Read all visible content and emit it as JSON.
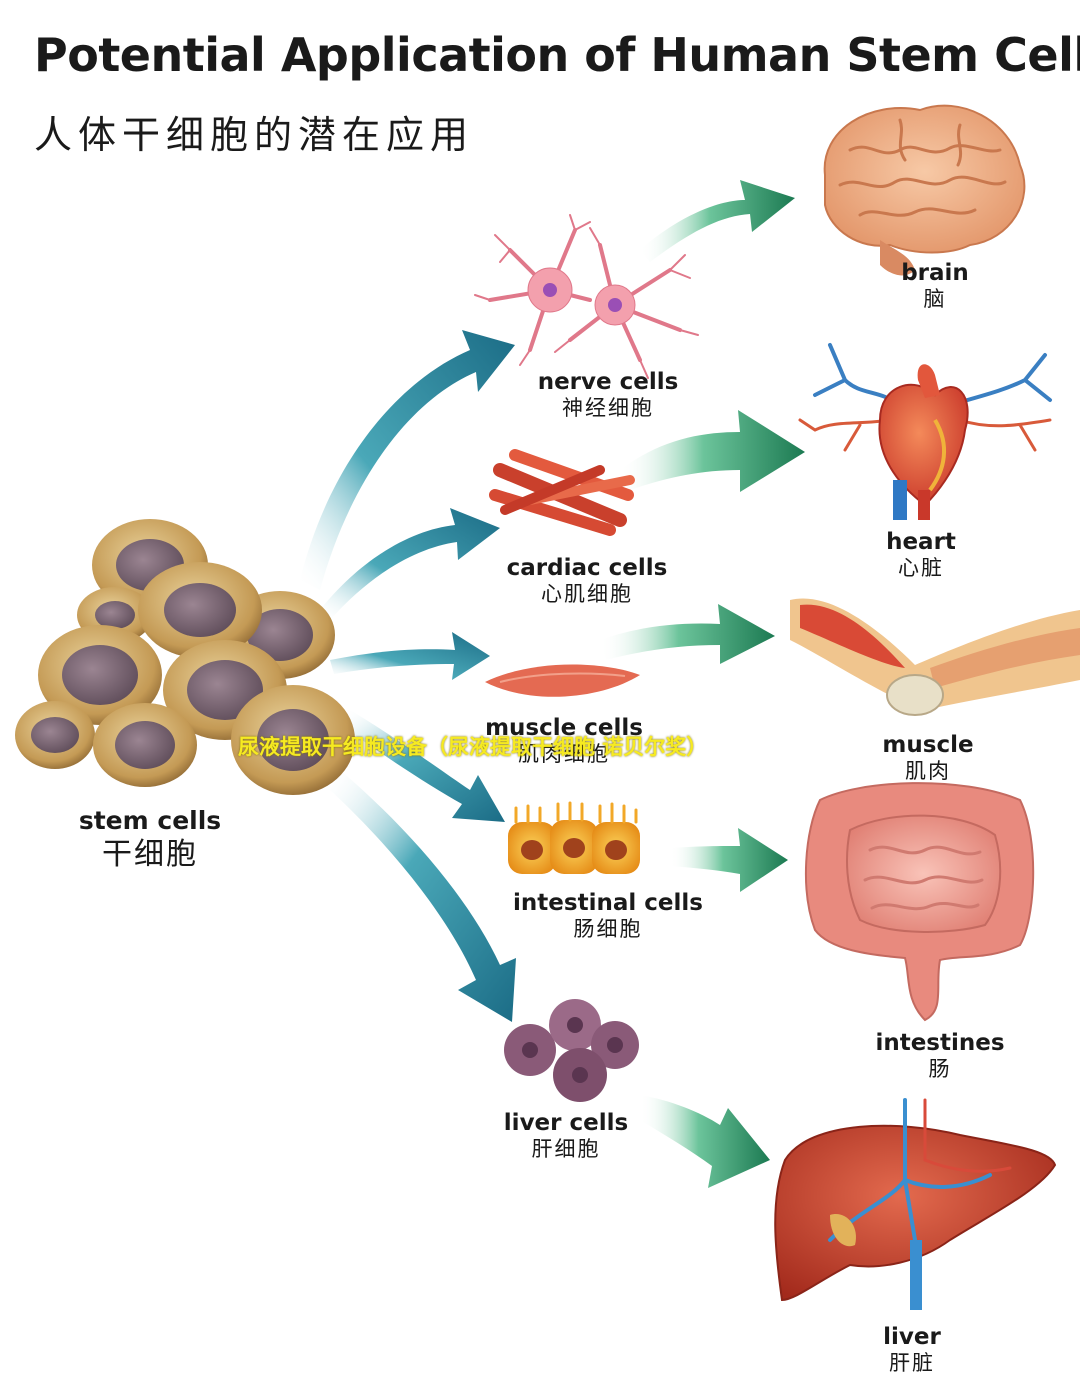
{
  "title": "Potential Application of Human Stem Cells",
  "subtitle": "人体干细胞的潜在应用",
  "stem": {
    "en": "stem cells",
    "zh": "干细胞"
  },
  "cells": [
    {
      "en": "nerve cells",
      "zh": "神经细胞"
    },
    {
      "en": "cardiac cells",
      "zh": "心肌细胞"
    },
    {
      "en": "muscle cells",
      "zh": "肌肉细胞"
    },
    {
      "en": "intestinal cells",
      "zh": "肠细胞"
    },
    {
      "en": "liver cells",
      "zh": "肝细胞"
    }
  ],
  "organs": [
    {
      "en": "brain",
      "zh": "脑"
    },
    {
      "en": "heart",
      "zh": "心脏"
    },
    {
      "en": "muscle",
      "zh": "肌肉"
    },
    {
      "en": "intestines",
      "zh": "肠"
    },
    {
      "en": "liver",
      "zh": "肝脏"
    }
  ],
  "watermark": "尿液提取干细胞设备（尿液提取干细胞 诺贝尔奖）",
  "colors": {
    "arrow_teal": "#1f7f92",
    "arrow_green": "#1d8a5c",
    "overlay_text": "#f6ea21"
  }
}
